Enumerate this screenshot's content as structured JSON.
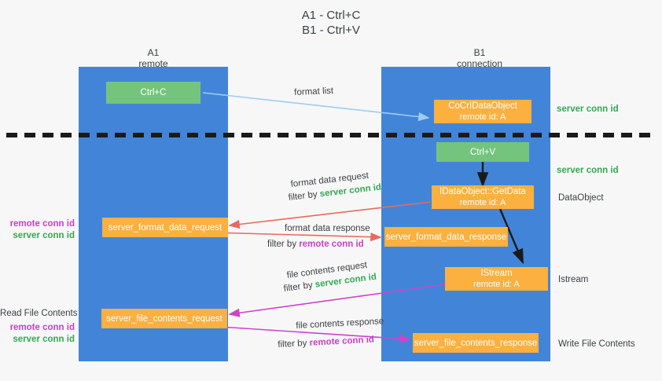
{
  "title": "A1 - Ctrl+C\nB1 - Ctrl+V",
  "columns": [
    {
      "name": "A1",
      "sub": "remote"
    },
    {
      "name": "B1",
      "sub": "connection"
    }
  ],
  "nodes": [
    {
      "id": "ctrl-c",
      "line1": "Ctrl+C",
      "line2": "",
      "color": "green"
    },
    {
      "id": "cocr-idataobject",
      "line1": "CoCrIDataObject",
      "line2": "remote id: A",
      "color": "orange"
    },
    {
      "id": "ctrl-v",
      "line1": "Ctrl+V",
      "line2": "",
      "color": "green"
    },
    {
      "id": "idataobject-getdata",
      "line1": "IDataObject::GetData",
      "line2": "remote id: A",
      "color": "orange"
    },
    {
      "id": "server-format-data-request",
      "line1": "server_format_data_request",
      "line2": "",
      "color": "orange"
    },
    {
      "id": "server-format-data-response",
      "line1": "server_format_data_response",
      "line2": "",
      "color": "orange"
    },
    {
      "id": "istream",
      "line1": "IStream",
      "line2": "remote id: A",
      "color": "orange"
    },
    {
      "id": "server-file-contents-request",
      "line1": "server_file_contents_request",
      "line2": "",
      "color": "orange"
    },
    {
      "id": "server-file-contents-response",
      "line1": "server_file_contents_response",
      "line2": "",
      "color": "orange"
    }
  ],
  "edges": {
    "format_list": "format list",
    "format_data_request": "format data request",
    "format_data_request_filter_prefix": "filter by ",
    "format_data_request_filter_value": "server conn id",
    "format_data_response": "format data response",
    "format_data_response_filter_prefix": "filter by ",
    "format_data_response_filter_value": "remote conn id",
    "file_contents_request": "file contents request",
    "file_contents_request_filter_prefix": "filter by ",
    "file_contents_request_filter_value": "server conn id",
    "file_contents_response": "file contents response",
    "file_contents_response_filter_prefix": "filter by ",
    "file_contents_response_filter_value": "remote conn id"
  },
  "right_labels": {
    "server_conn_id_top": "server conn id",
    "server_conn_id_mid": "server conn id",
    "dataobject": "DataObject",
    "istream": "Istream",
    "write_file_contents": "Write File Contents"
  },
  "left_labels": {
    "remote_conn_id_1": "remote conn id",
    "server_conn_id_1": "server conn id",
    "read_file_contents": "Read File Contents",
    "remote_conn_id_2": "remote conn id",
    "server_conn_id_2": "server conn id"
  },
  "colors": {
    "lane": "#4285d8",
    "orange": "#fbb040",
    "green_box": "#74c47d",
    "green_text": "#34a853",
    "magenta_text": "#c840c8",
    "arrow_blue": "#9ecdf0",
    "arrow_red": "#e8695f",
    "arrow_magenta": "#cc44cc",
    "arrow_dark": "#1a1a1a",
    "background": "#f7f7f7"
  }
}
